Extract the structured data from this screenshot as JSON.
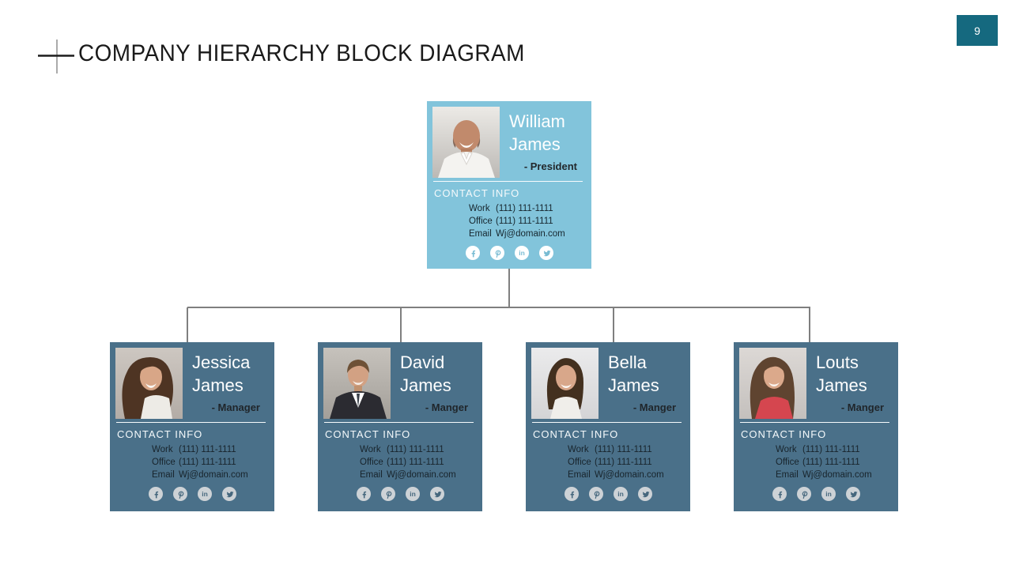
{
  "slide": {
    "title": "COMPANY HIERARCHY BLOCK DIAGRAM",
    "page_number": "9"
  },
  "labels": {
    "contact_heading": "CONTACT INFO",
    "linkedin_glyph": "in"
  },
  "colors": {
    "president_card_bg": "#82C4DB",
    "manager_card_bg": "#4A7089",
    "page_badge_bg": "#15697F",
    "connector_gray": "#7F7F7F",
    "social_circle_president": "#FFFFFF",
    "social_circle_manager": "#CDD2D6"
  },
  "social_icons": [
    "facebook",
    "pinterest",
    "linkedin",
    "twitter"
  ],
  "cards": [
    {
      "first_name": "William",
      "last_name": "James",
      "role": "- President",
      "contact": {
        "work_label": "Work",
        "work_value": "(111) 111-1111",
        "office_label": "Office",
        "office_value": "(111) 111-1111",
        "email_label": "Email",
        "email_value": "Wj@domain.com"
      }
    },
    {
      "first_name": "Jessica",
      "last_name": "James",
      "role": "- Manager",
      "contact": {
        "work_label": "Work",
        "work_value": "(111) 111-1111",
        "office_label": "Office",
        "office_value": "(111) 111-1111",
        "email_label": "Email",
        "email_value": "Wj@domain.com"
      }
    },
    {
      "first_name": "David",
      "last_name": "James",
      "role": "- Manger",
      "contact": {
        "work_label": "Work",
        "work_value": "(111) 111-1111",
        "office_label": "Office",
        "office_value": "(111) 111-1111",
        "email_label": "Email",
        "email_value": "Wj@domain.com"
      }
    },
    {
      "first_name": "Bella",
      "last_name": "James",
      "role": "- Manger",
      "contact": {
        "work_label": "Work",
        "work_value": "(111) 111-1111",
        "office_label": "Office",
        "office_value": "(111) 111-1111",
        "email_label": "Email",
        "email_value": "Wj@domain.com"
      }
    },
    {
      "first_name": "Louts",
      "last_name": "James",
      "role": "- Manger",
      "contact": {
        "work_label": "Work",
        "work_value": "(111) 111-1111",
        "office_label": "Office",
        "office_value": "(111) 111-1111",
        "email_label": "Email",
        "email_value": "Wj@domain.com"
      }
    }
  ]
}
